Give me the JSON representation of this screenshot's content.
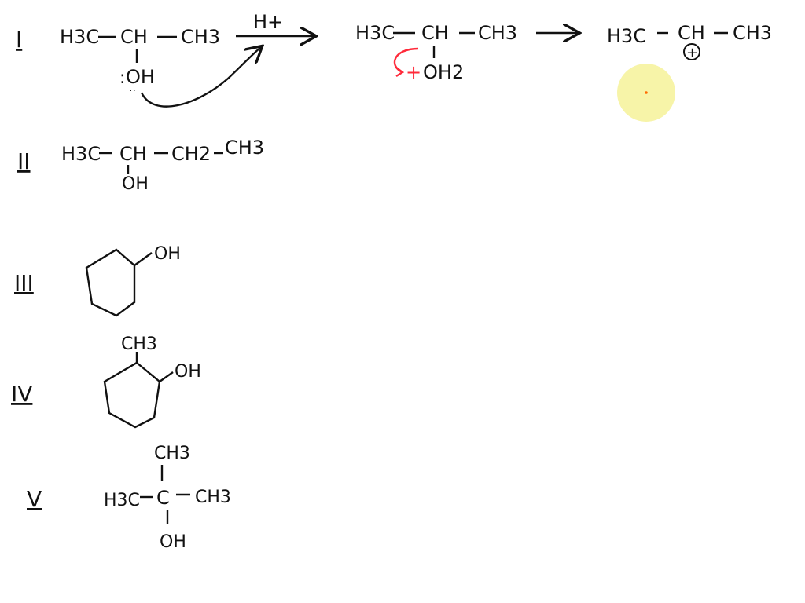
{
  "colors": {
    "ink": "#111111",
    "red_ink": "#ff2a3a",
    "highlighter": "#f7f4a8",
    "pointer": "#ff6a00",
    "background": "#ffffff"
  },
  "labels": {
    "roman": [
      "I",
      "II",
      "III",
      "IV",
      "V"
    ]
  },
  "reaction": {
    "reactant": {
      "left_group": "H3C",
      "center_group": "CH",
      "right_group": "CH3",
      "substituent": "OH",
      "lone_pair": ":"
    },
    "reagent": "H+",
    "intermediate": {
      "left_group": "H3C",
      "center_group": "CH",
      "right_group": "CH3",
      "leaving_group": "OH2",
      "charge": "+"
    },
    "product": {
      "left_group": "H3C",
      "center_group": "CH",
      "right_group": "CH3",
      "charge": "+"
    }
  },
  "molecules": {
    "ii": {
      "groups": [
        "H3C",
        "CH",
        "CH2",
        "CH3"
      ],
      "substituent": "OH"
    },
    "iii": {
      "substituent": "OH"
    },
    "iv": {
      "top_substituent": "CH3",
      "side_substituent": "OH"
    },
    "v": {
      "left_group": "H3C",
      "center": "C",
      "right_group": "CH3",
      "top_group": "CH3",
      "bottom_group": "OH"
    }
  }
}
